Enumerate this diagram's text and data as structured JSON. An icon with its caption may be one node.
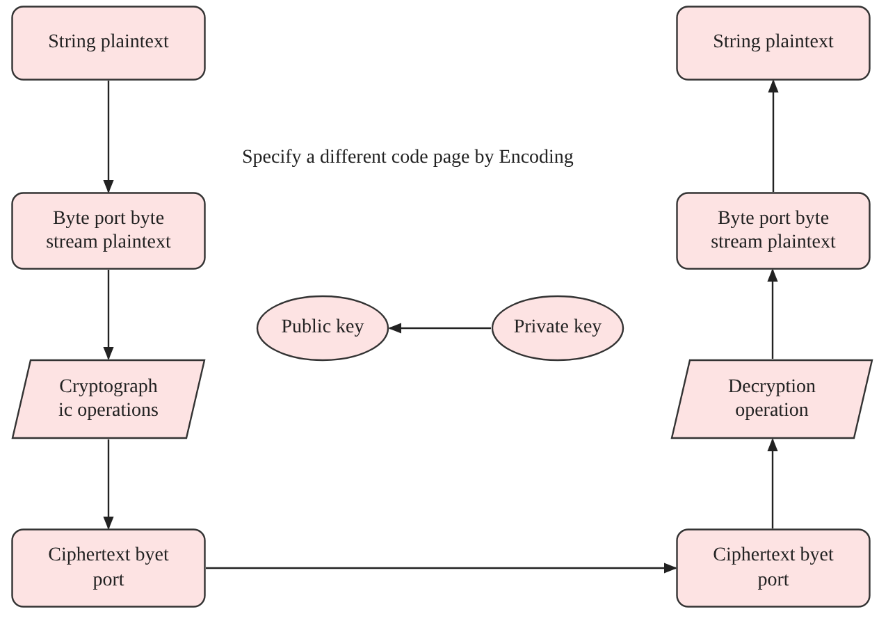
{
  "diagram": {
    "nodes": [
      {
        "text": [
          "String plaintext"
        ]
      },
      {
        "text": [
          "Byte port byte stream plaintext"
        ]
      },
      {
        "text": [
          "Cryptograph ic operations"
        ]
      },
      {
        "text": [
          "Ciphertext byet port"
        ]
      },
      {
        "text": [
          "String plaintext"
        ]
      },
      {
        "text": [
          "Byte port byte stream plaintext"
        ]
      },
      {
        "text": [
          "Decryption operation"
        ]
      },
      {
        "text": [
          "Ciphertext byet port"
        ]
      },
      {
        "text": [
          "Public key"
        ]
      },
      {
        "text": [
          "Private key"
        ]
      }
    ],
    "edges": [
      {
        "from": 0,
        "to": 1,
        "arrow": "to"
      },
      {
        "from": 1,
        "to": 2,
        "arrow": "to"
      },
      {
        "from": 2,
        "to": 3,
        "arrow": "to"
      },
      {
        "from": 3,
        "to": 7,
        "arrow": "to"
      },
      {
        "from": 7,
        "to": 6,
        "arrow": "to"
      },
      {
        "from": 6,
        "to": 5,
        "arrow": "to"
      },
      {
        "from": 5,
        "to": 4,
        "arrow": "to"
      },
      {
        "from": 9,
        "to": 8,
        "arrow": "to"
      }
    ],
    "labels": [
      "Specify a different code page by Encoding"
    ]
  }
}
